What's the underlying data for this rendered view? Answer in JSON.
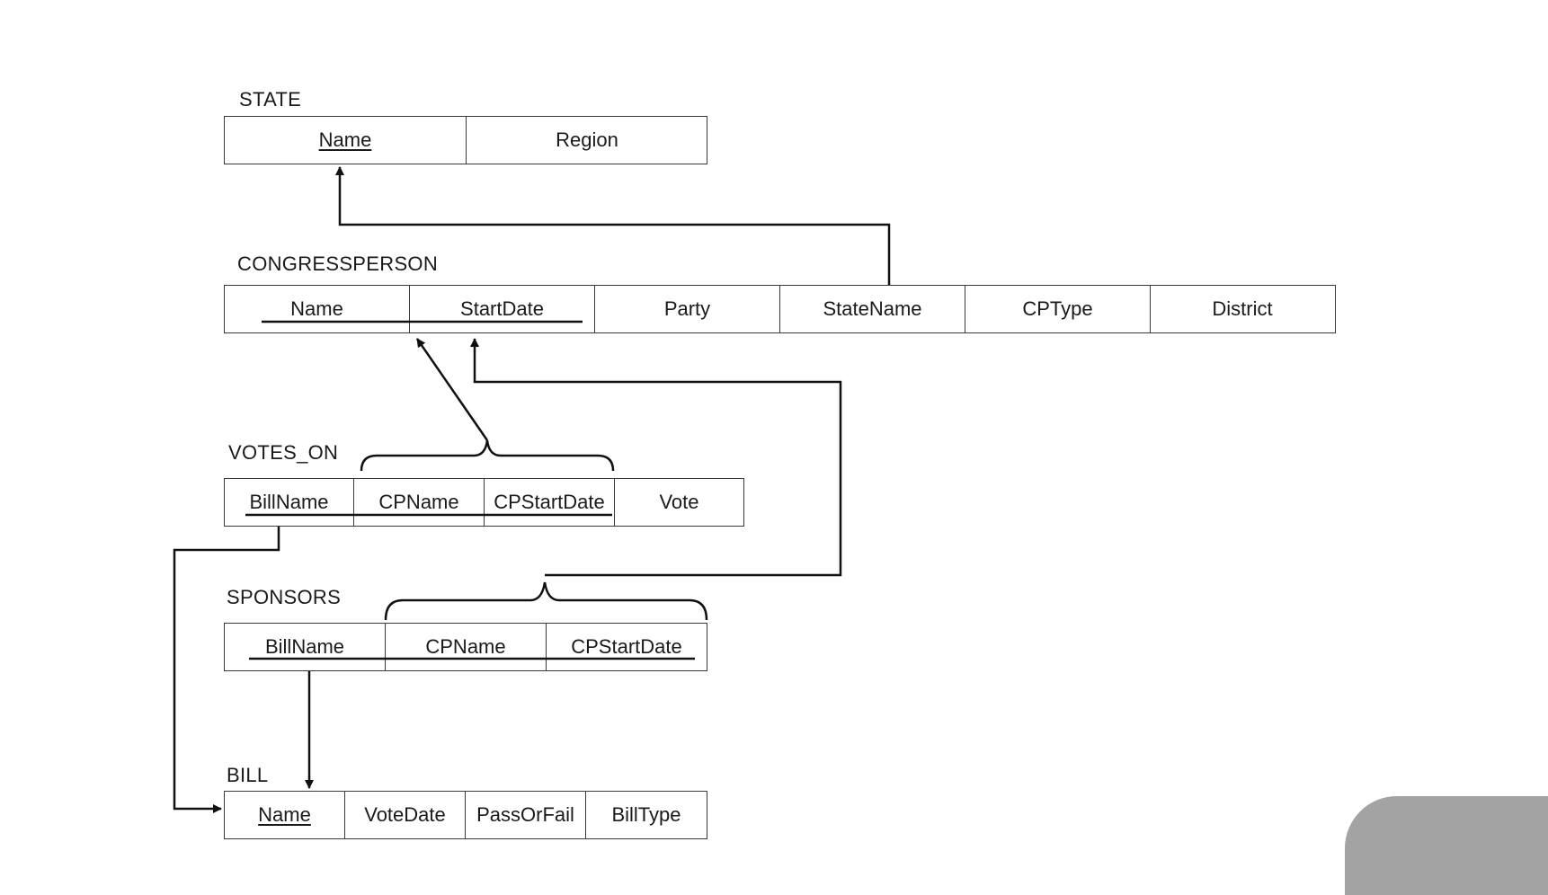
{
  "relations": {
    "state": {
      "name": "STATE",
      "attributes": [
        "Name",
        "Region"
      ]
    },
    "congressperson": {
      "name": "CONGRESSPERSON",
      "attributes": [
        "Name",
        "StartDate",
        "Party",
        "StateName",
        "CPType",
        "District"
      ]
    },
    "votes_on": {
      "name": "VOTES_ON",
      "attributes": [
        "BillName",
        "CPName",
        "CPStartDate",
        "Vote"
      ]
    },
    "sponsors": {
      "name": "SPONSORS",
      "attributes": [
        "BillName",
        "CPName",
        "CPStartDate"
      ]
    },
    "bill": {
      "name": "BILL",
      "attributes": [
        "Name",
        "VoteDate",
        "PassOrFail",
        "BillType"
      ]
    }
  },
  "colors": {
    "line": "#111111",
    "border": "#3a3a3a",
    "corner": "#a3a3a3"
  }
}
